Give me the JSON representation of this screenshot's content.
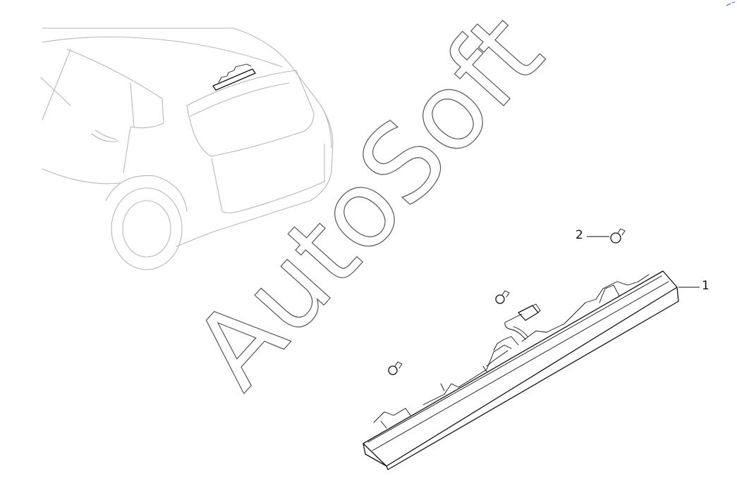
{
  "watermark": {
    "text": "AutoSoft"
  },
  "callouts": [
    {
      "id": "1",
      "label": "1"
    },
    {
      "id": "2",
      "label": "2"
    }
  ],
  "parts": [
    {
      "callout": "1",
      "icon": "third-brake-light-bar"
    },
    {
      "callout": "2",
      "icon": "push-clip-fastener"
    }
  ],
  "colors": {
    "reference_vehicle": "#b8b8b8",
    "parts": "#111111",
    "watermark": "#555555"
  }
}
